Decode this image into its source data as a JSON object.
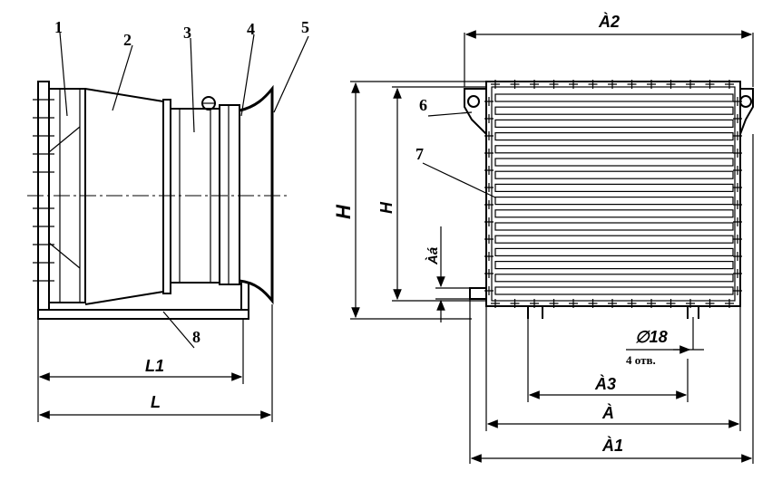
{
  "callouts": [
    "1",
    "2",
    "3",
    "4",
    "5",
    "6",
    "7",
    "8"
  ],
  "dimensions": {
    "a2": "À2",
    "h_outer": "H",
    "h_inner": "H",
    "ab": "Àá",
    "dia": "∅18",
    "holes": "4 отв.",
    "a3": "À3",
    "a": "À",
    "a1": "À1",
    "l1": "L1",
    "l": "L"
  }
}
